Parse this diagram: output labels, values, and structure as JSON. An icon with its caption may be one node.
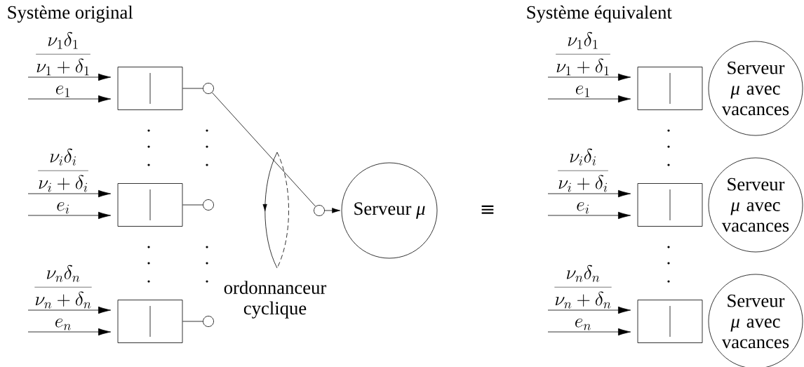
{
  "diagram": {
    "nodes": [
      {
        "text": [],
        "shape": "box"
      },
      {
        "text": [],
        "shape": "box"
      },
      {
        "text": [],
        "shape": "box"
      },
      {
        "text": [],
        "shape": "circle"
      },
      {
        "text": [],
        "shape": "circle"
      },
      {
        "text": [],
        "shape": "circle"
      },
      {
        "text": [],
        "shape": "circle"
      },
      {
        "text": [
          "Serveur *μ*"
        ]
      },
      {
        "text": [],
        "shape": "box"
      },
      {
        "text": [],
        "shape": "box"
      },
      {
        "text": [],
        "shape": "box"
      },
      {
        "text": [
          "Serveur *μ* avec vacances"
        ]
      },
      {
        "text": [
          "Serveur *μ* avec vacances"
        ]
      },
      {
        "text": [
          "Serveur *μ* avec vacances"
        ]
      }
    ],
    "edges": [
      {
        "from": null,
        "to": 0,
        "arrow": "to",
        "label": "\\frac{\\nu_1\\delta_1}{\\nu_1+\\delta_1}"
      },
      {
        "from": null,
        "to": 0,
        "arrow": "to",
        "label": "e_1"
      },
      {
        "from": null,
        "to": 1,
        "arrow": "to",
        "label": "\\frac{\\nu_i\\delta_i}{\\nu_i+\\delta_i}"
      },
      {
        "from": null,
        "to": 1,
        "arrow": "to",
        "label": "e_i"
      },
      {
        "from": null,
        "to": 2,
        "arrow": "to",
        "label": "\\frac{\\nu_n\\delta_n}{\\nu_n+\\delta_n}"
      },
      {
        "from": null,
        "to": 2,
        "arrow": "to",
        "label": "e_n"
      },
      {
        "from": 0,
        "to": 3,
        "arrow": "none"
      },
      {
        "from": 1,
        "to": 4,
        "arrow": "none"
      },
      {
        "from": 2,
        "to": 5,
        "arrow": "none"
      },
      {
        "from": 3,
        "to": 6,
        "arrow": "none"
      },
      {
        "from": 6,
        "to": 7,
        "arrow": "to"
      },
      {
        "from": null,
        "to": 8,
        "arrow": "to",
        "label": "\\frac{\\nu_1\\delta_1}{\\nu_1+\\delta_1}"
      },
      {
        "from": null,
        "to": 8,
        "arrow": "to",
        "label": "e_1"
      },
      {
        "from": null,
        "to": 9,
        "arrow": "to",
        "label": "\\frac{\\nu_i\\delta_i}{\\nu_i+\\delta_i}"
      },
      {
        "from": null,
        "to": 9,
        "arrow": "to",
        "label": "e_i"
      },
      {
        "from": null,
        "to": 10,
        "arrow": "to",
        "label": "\\frac{\\nu_n\\delta_n}{\\nu_n+\\delta_n}"
      },
      {
        "from": null,
        "to": 10,
        "arrow": "to",
        "label": "e_n"
      }
    ],
    "labels": [
      "Système original",
      "Système équivalent",
      "ordonnanceur cyclique",
      "≡"
    ]
  }
}
